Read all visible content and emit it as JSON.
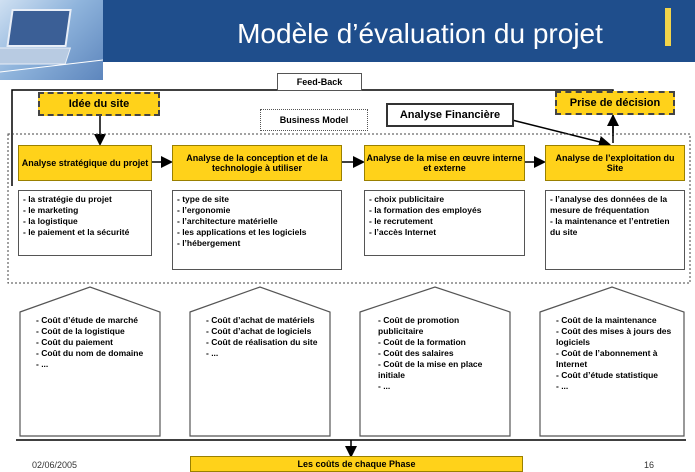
{
  "title": "Modèle d’évaluation du projet",
  "feedback_label": "Feed-Back",
  "business_model_label": "Business Model",
  "idee_label": "Idée du site",
  "analyse_financiere_label": "Analyse Financière",
  "prise_decision_label": "Prise de décision",
  "phases": [
    {
      "title": "Analyse stratégique du projet",
      "items": [
        "- la stratégie du projet",
        "- le marketing",
        "- la logistique",
        "- le paiement et la sécurité"
      ]
    },
    {
      "title": "Analyse de la conception et de la technologie à utiliser",
      "items": [
        "- type de site",
        "- l’ergonomie",
        "- l’architecture matérielle",
        "- les applications et les logiciels",
        "- l’hébergement"
      ]
    },
    {
      "title": "Analyse de la mise en œuvre interne et externe",
      "items": [
        "- choix publicitaire",
        "- la formation des employés",
        "- le recrutement",
        "- l’accès Internet"
      ]
    },
    {
      "title": "Analyse de l’exploitation du Site",
      "items": [
        "- l’analyse des données de la mesure de fréquentation",
        "- la maintenance et l’entretien du site"
      ]
    }
  ],
  "costs": [
    [
      "- Coût d’étude de marché",
      "- Coût de la logistique",
      "- Coût du paiement",
      "- Coût du nom de domaine",
      "- ..."
    ],
    [
      "- Coût d’achat de matériels",
      "- Coût d’achat de logiciels",
      "- Coût de réalisation du site",
      "- ..."
    ],
    [
      "- Coût de promotion publicitaire",
      "- Coût de la formation",
      "- Coût des salaires",
      "- Coût de la mise en place initiale",
      "- ..."
    ],
    [
      "- Coût de la maintenance",
      "- Coût des mises à jours des logiciels",
      "- Coût de l’abonnement à Internet",
      "- Coût d’étude statistique",
      "- ..."
    ]
  ],
  "footer": {
    "date": "02/06/2005",
    "bottom_label": "Les coûts de chaque Phase",
    "page": "16"
  },
  "colors": {
    "header": "#1f4e8c",
    "phase_box": "#ffd21a",
    "accent": "#f2d44a"
  }
}
